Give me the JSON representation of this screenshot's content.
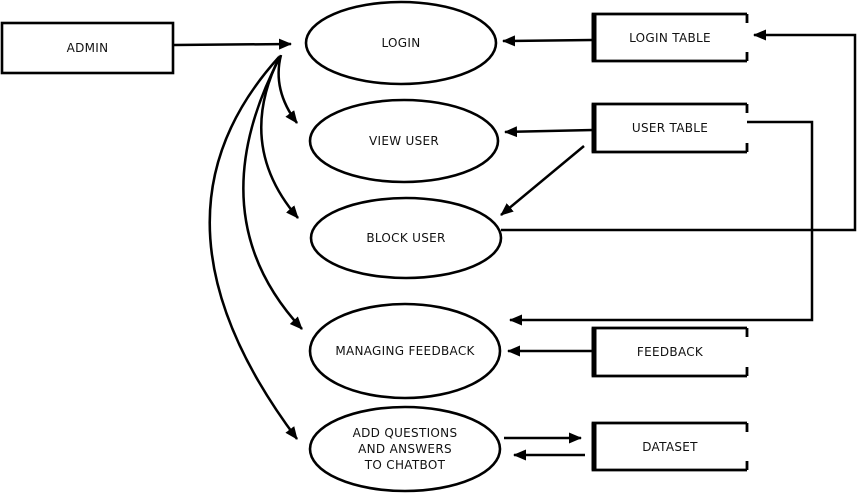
{
  "diagram": {
    "title": "Admin data flow diagram",
    "colors": {
      "background": "#ffffff",
      "stroke": "#000000",
      "text": "#111111"
    },
    "external_entity": {
      "id": "admin",
      "label": "ADMIN",
      "shape": "rectangle"
    },
    "processes": [
      {
        "id": "login",
        "label": "LOGIN",
        "shape": "ellipse"
      },
      {
        "id": "view-user",
        "label": "VIEW USER",
        "shape": "ellipse"
      },
      {
        "id": "block-user",
        "label": "BLOCK USER",
        "shape": "ellipse"
      },
      {
        "id": "managing-feedback",
        "label": "MANAGING FEEDBACK",
        "shape": "ellipse"
      },
      {
        "id": "add-questions",
        "label": "ADD QUESTIONS\nAND ANSWERS\nTO CHATBOT",
        "shape": "ellipse"
      }
    ],
    "data_stores": [
      {
        "id": "login-table",
        "label": "LOGIN TABLE",
        "shape": "open-right-rectangle"
      },
      {
        "id": "user-table",
        "label": "USER TABLE",
        "shape": "open-right-rectangle"
      },
      {
        "id": "feedback",
        "label": "FEEDBACK",
        "shape": "open-right-rectangle"
      },
      {
        "id": "dataset",
        "label": "DATASET",
        "shape": "open-right-rectangle"
      }
    ],
    "edges": [
      {
        "from": "ADMIN",
        "to": "LOGIN"
      },
      {
        "from": "ADMIN",
        "to": "VIEW USER"
      },
      {
        "from": "ADMIN",
        "to": "BLOCK USER"
      },
      {
        "from": "ADMIN",
        "to": "MANAGING FEEDBACK"
      },
      {
        "from": "ADMIN",
        "to": "ADD QUESTIONS AND ANSWERS TO CHATBOT"
      },
      {
        "from": "LOGIN TABLE",
        "to": "LOGIN"
      },
      {
        "from": "USER TABLE",
        "to": "VIEW USER"
      },
      {
        "from": "USER TABLE",
        "to": "BLOCK USER"
      },
      {
        "from": "BLOCK USER",
        "to": "LOGIN TABLE"
      },
      {
        "from": "USER TABLE",
        "to": "MANAGING FEEDBACK"
      },
      {
        "from": "FEEDBACK",
        "to": "MANAGING FEEDBACK"
      },
      {
        "from": "ADD QUESTIONS AND ANSWERS TO CHATBOT",
        "to": "DATASET"
      },
      {
        "from": "DATASET",
        "to": "ADD QUESTIONS AND ANSWERS TO CHATBOT"
      }
    ]
  }
}
